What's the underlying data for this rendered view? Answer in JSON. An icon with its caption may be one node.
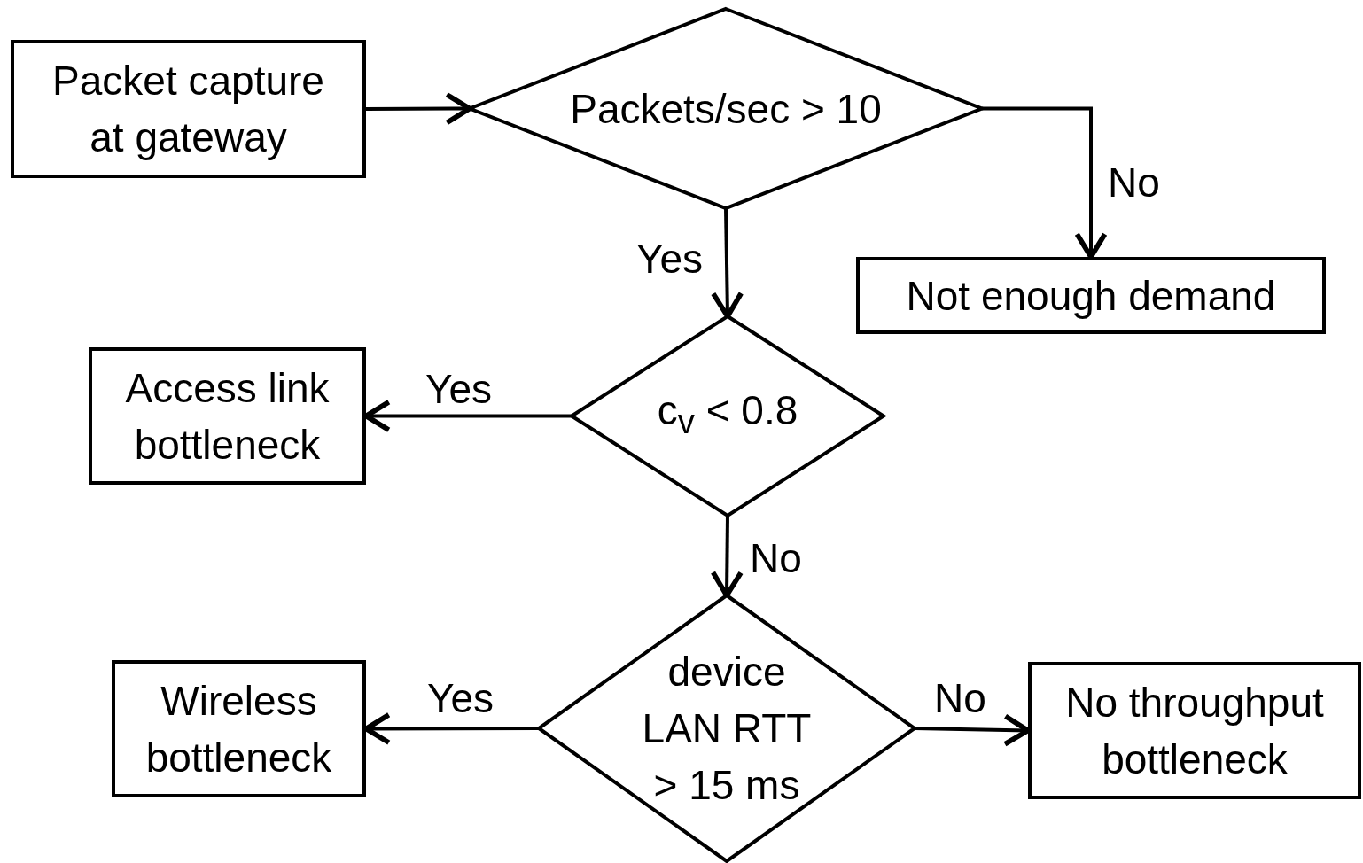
{
  "diagram": {
    "nodes": [
      {
        "text": [
          "Packet capture at gateway"
        ]
      },
      {
        "text": [
          "Packets/sec > 10"
        ]
      },
      {
        "text": [
          "Not enough demand"
        ]
      },
      {
        "text": [
          "c$_{v}$ < 0.8"
        ]
      },
      {
        "text": [
          "Access link bottleneck"
        ]
      },
      {
        "text": [
          "device LAN RTT > 15 ms"
        ]
      },
      {
        "text": [
          "Wireless bottleneck"
        ]
      },
      {
        "text": [
          "No throughput bottleneck"
        ]
      }
    ],
    "edges": [
      {
        "from": 0,
        "to": 1,
        "arrow": "to"
      },
      {
        "from": 1,
        "to": 2,
        "arrow": "to",
        "label": "No"
      },
      {
        "from": 1,
        "to": 3,
        "arrow": "to",
        "label": "Yes"
      },
      {
        "from": 3,
        "to": 4,
        "arrow": "to",
        "label": "Yes"
      },
      {
        "from": 3,
        "to": 5,
        "arrow": "to",
        "label": "No"
      },
      {
        "from": 5,
        "to": 6,
        "arrow": "to",
        "label": "Yes"
      },
      {
        "from": 5,
        "to": 7,
        "arrow": "to",
        "label": "No"
      }
    ]
  }
}
